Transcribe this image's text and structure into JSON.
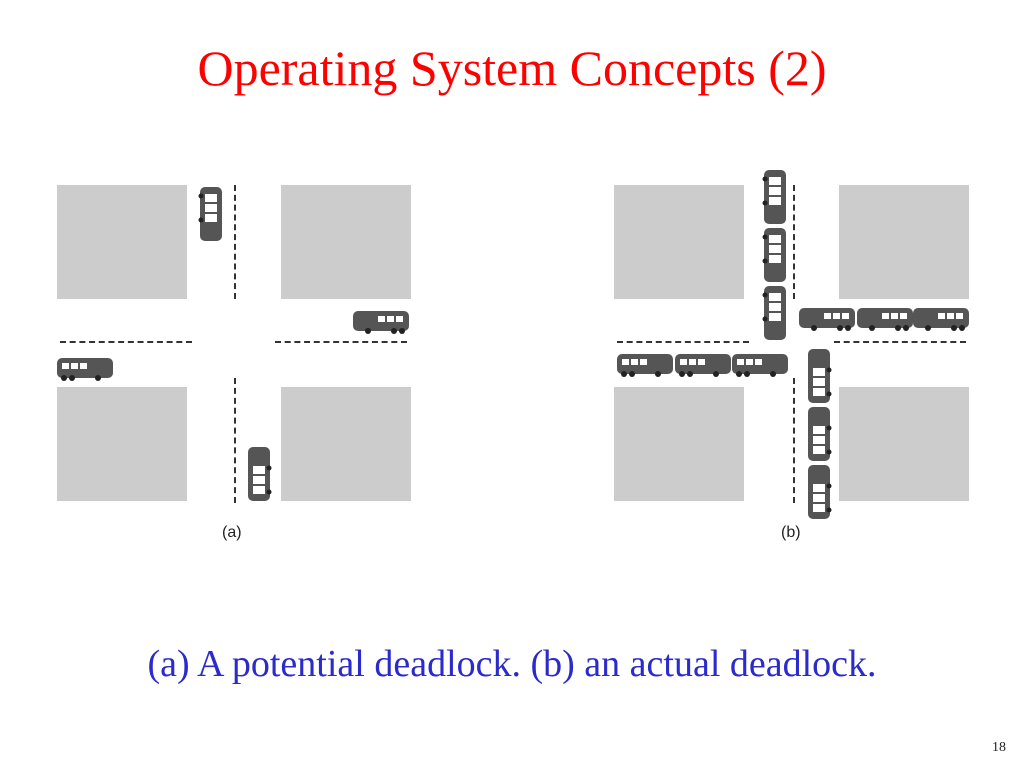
{
  "slide": {
    "title": "Operating System Concepts (2)",
    "caption": "(a) A potential deadlock. (b) an actual deadlock.",
    "page_number": "18"
  },
  "figure": {
    "panel_a_label": "(a)",
    "panel_b_label": "(b)",
    "colors": {
      "block": "#cccccc",
      "bus": "#555555",
      "window": "#ffffff",
      "title": "#ff0000",
      "caption": "#2b2bcc"
    }
  }
}
